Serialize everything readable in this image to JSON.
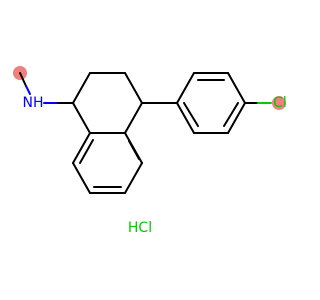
{
  "molecule": {
    "atom_labels": {
      "nitrogen": "NH",
      "chlorine": "Cl"
    },
    "counterion": "HCl",
    "colors": {
      "bond": "#000000",
      "nitrogen": "#0000ff",
      "chlorine": "#00cc00",
      "highlight": "#f08080"
    }
  }
}
